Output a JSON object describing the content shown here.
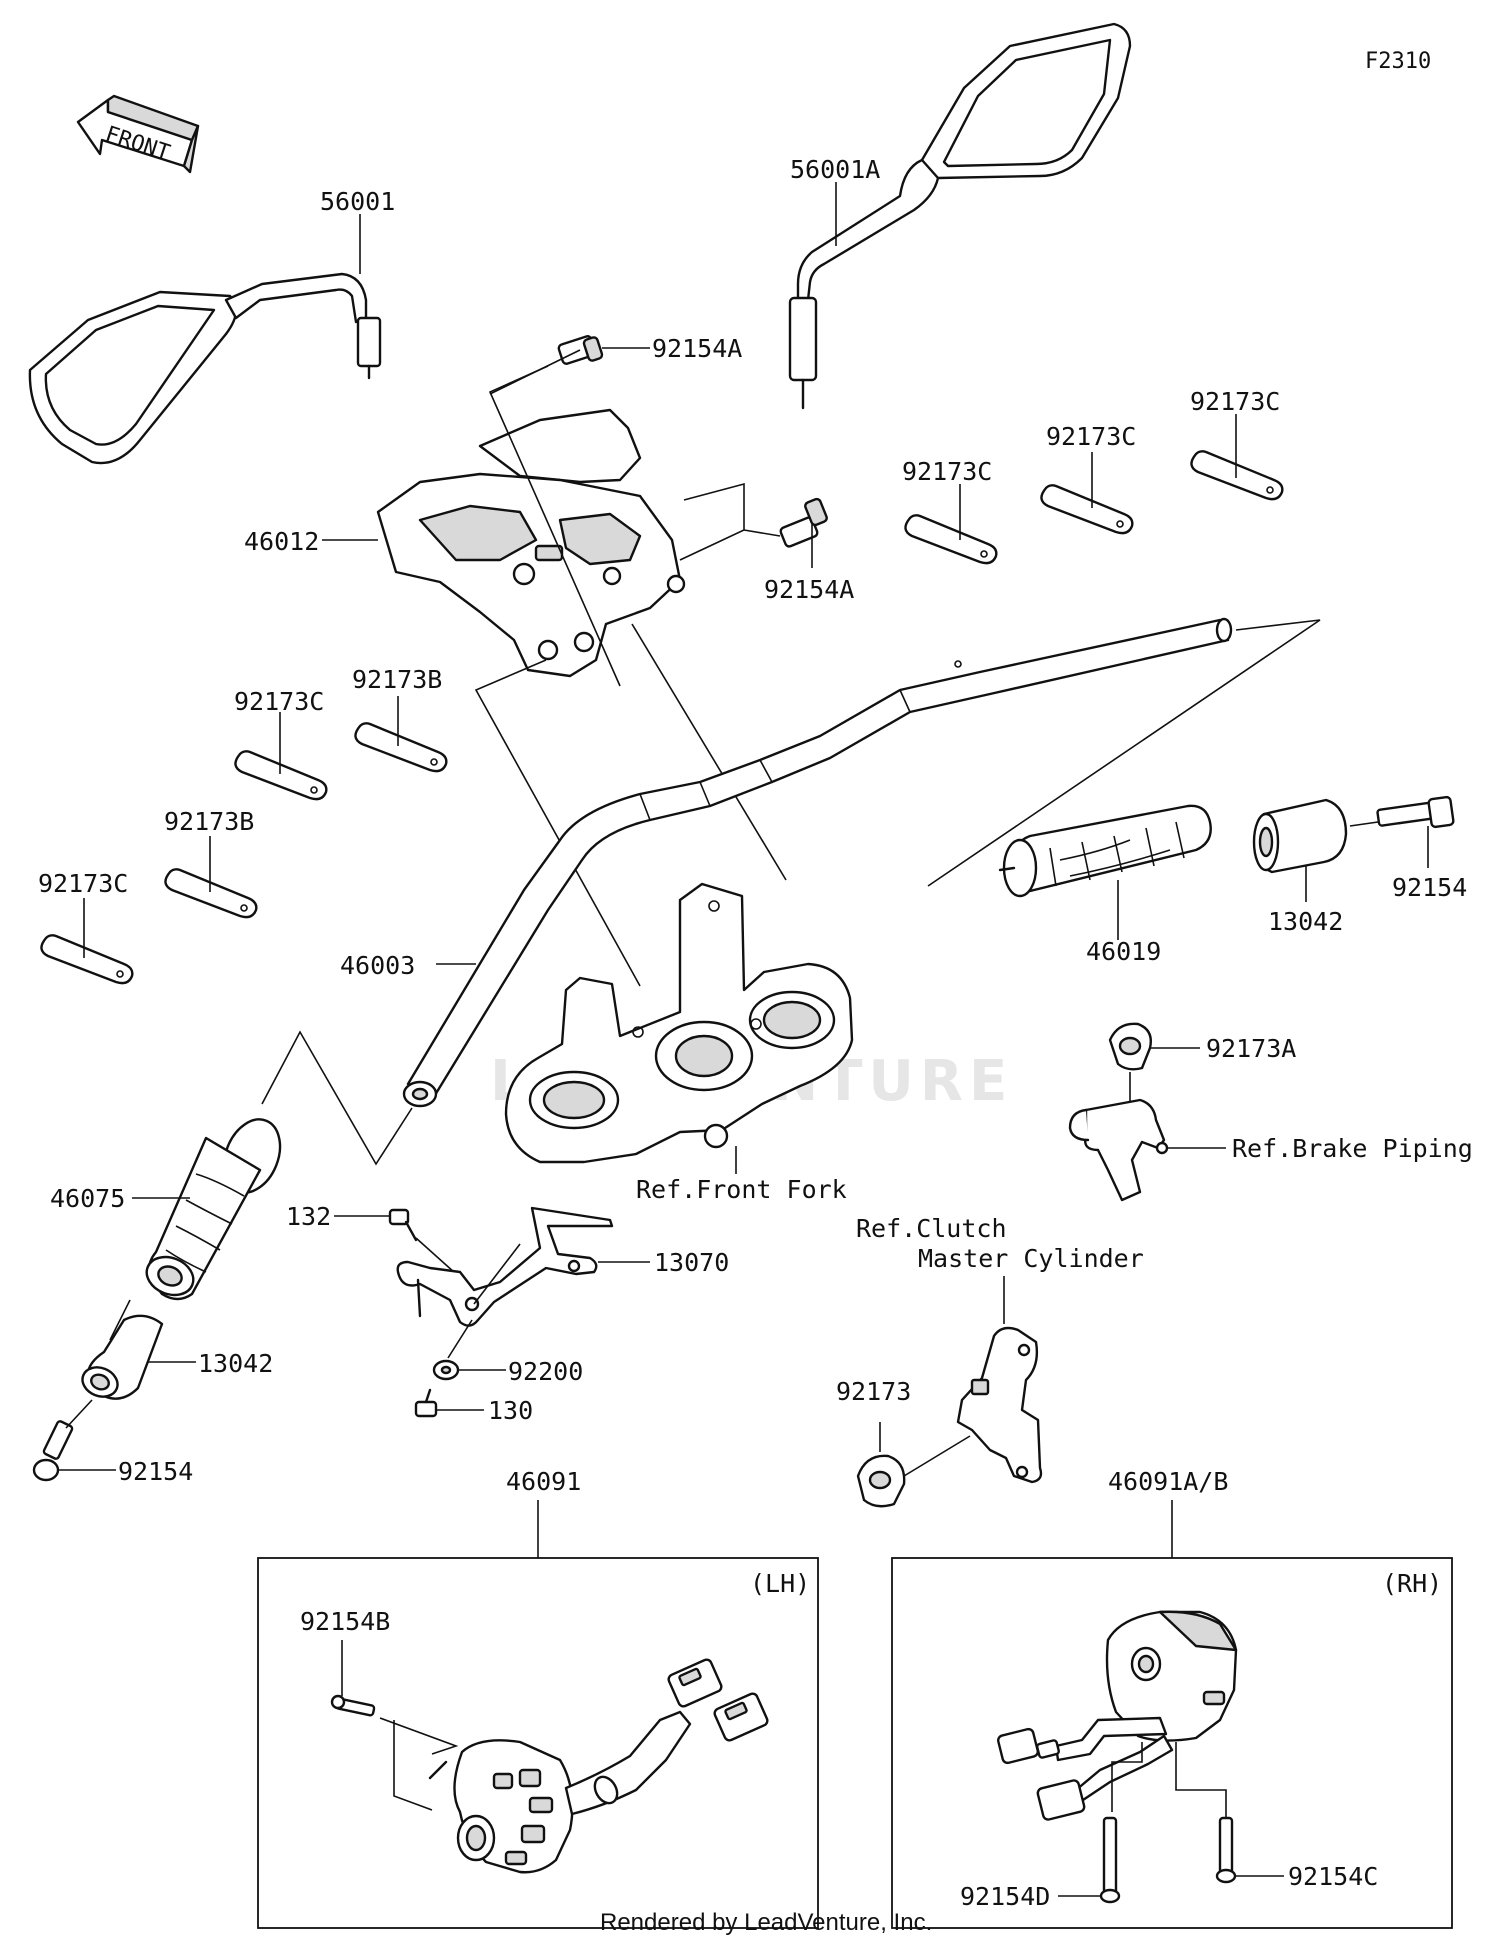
{
  "diagram_code": "F2310",
  "front_arrow_label": "FRONT",
  "watermark": "LEADVENTURE",
  "footer": "Rendered by LeadVenture, Inc.",
  "parts": {
    "p56001": "56001",
    "p56001A": "56001A",
    "p92154A_top": "92154A",
    "p92154A_mid": "92154A",
    "p46012": "46012",
    "p92173C_a": "92173C",
    "p92173C_b": "92173C",
    "p92173C_c": "92173C",
    "p92173C_d": "92173C",
    "p92173C_e": "92173C",
    "p92173B_a": "92173B",
    "p92173B_b": "92173B",
    "p46003": "46003",
    "p46019": "46019",
    "p13042_r": "13042",
    "p92154_r": "92154",
    "p92173A": "92173A",
    "p46075": "46075",
    "p13042_l": "13042",
    "p92154_l": "92154",
    "p132": "132",
    "p13070": "13070",
    "p92200": "92200",
    "p130": "130",
    "p92173": "92173",
    "p46091": "46091",
    "p46091AB": "46091A/B",
    "p92154B": "92154B",
    "p92154C": "92154C",
    "p92154D": "92154D"
  },
  "references": {
    "front_fork": "Ref.Front Fork",
    "brake_piping": "Ref.Brake Piping",
    "clutch_line1": "Ref.Clutch",
    "clutch_line2": "Master Cylinder"
  },
  "boxes": {
    "left_tag": "(LH)",
    "right_tag": "(RH)"
  }
}
